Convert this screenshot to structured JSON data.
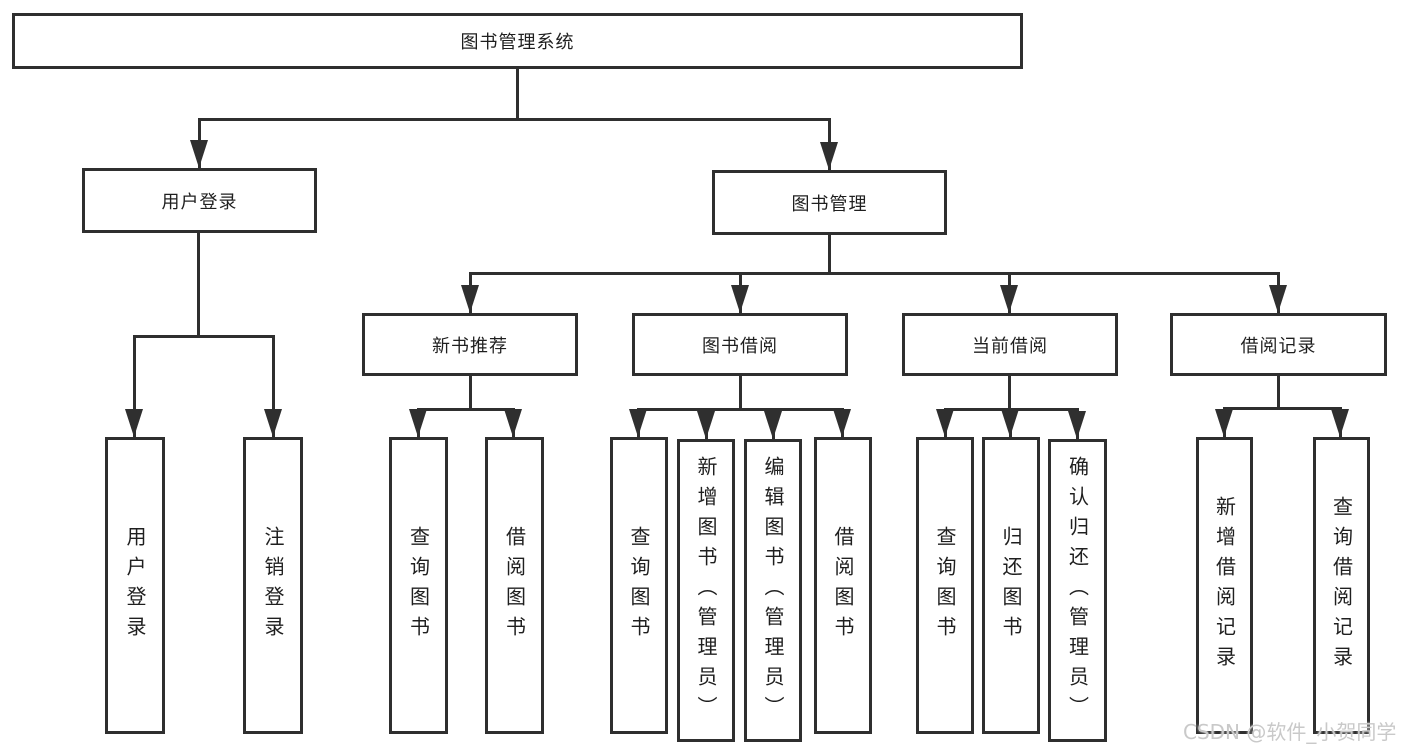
{
  "diagram": {
    "title": "图书管理系统",
    "level1": {
      "user_login": "用户登录",
      "book_mgmt": "图书管理"
    },
    "level2": {
      "new_book": "新书推荐",
      "borrow": "图书借阅",
      "current": "当前借阅",
      "records": "借阅记录"
    },
    "leaves": {
      "user_login": "用户登录",
      "logout": "注销登录",
      "query_book_1": "查询图书",
      "borrow_book_1": "借阅图书",
      "query_book_2": "查询图书",
      "add_book_admin": "新增图书（管理员）",
      "edit_book_admin": "编辑图书（管理员）",
      "borrow_book_2": "借阅图书",
      "query_book_3": "查询图书",
      "return_book": "归还图书",
      "confirm_return_admin": "确认归还（管理员）",
      "add_borrow_record": "新增借阅记录",
      "query_borrow_record": "查询借阅记录"
    },
    "watermark": "CSDN @软件_小贺同学",
    "colors": {
      "line": "#2f2f2f",
      "text": "#1f1f1f",
      "watermark": "#c9c9c9",
      "background": "#ffffff"
    }
  }
}
